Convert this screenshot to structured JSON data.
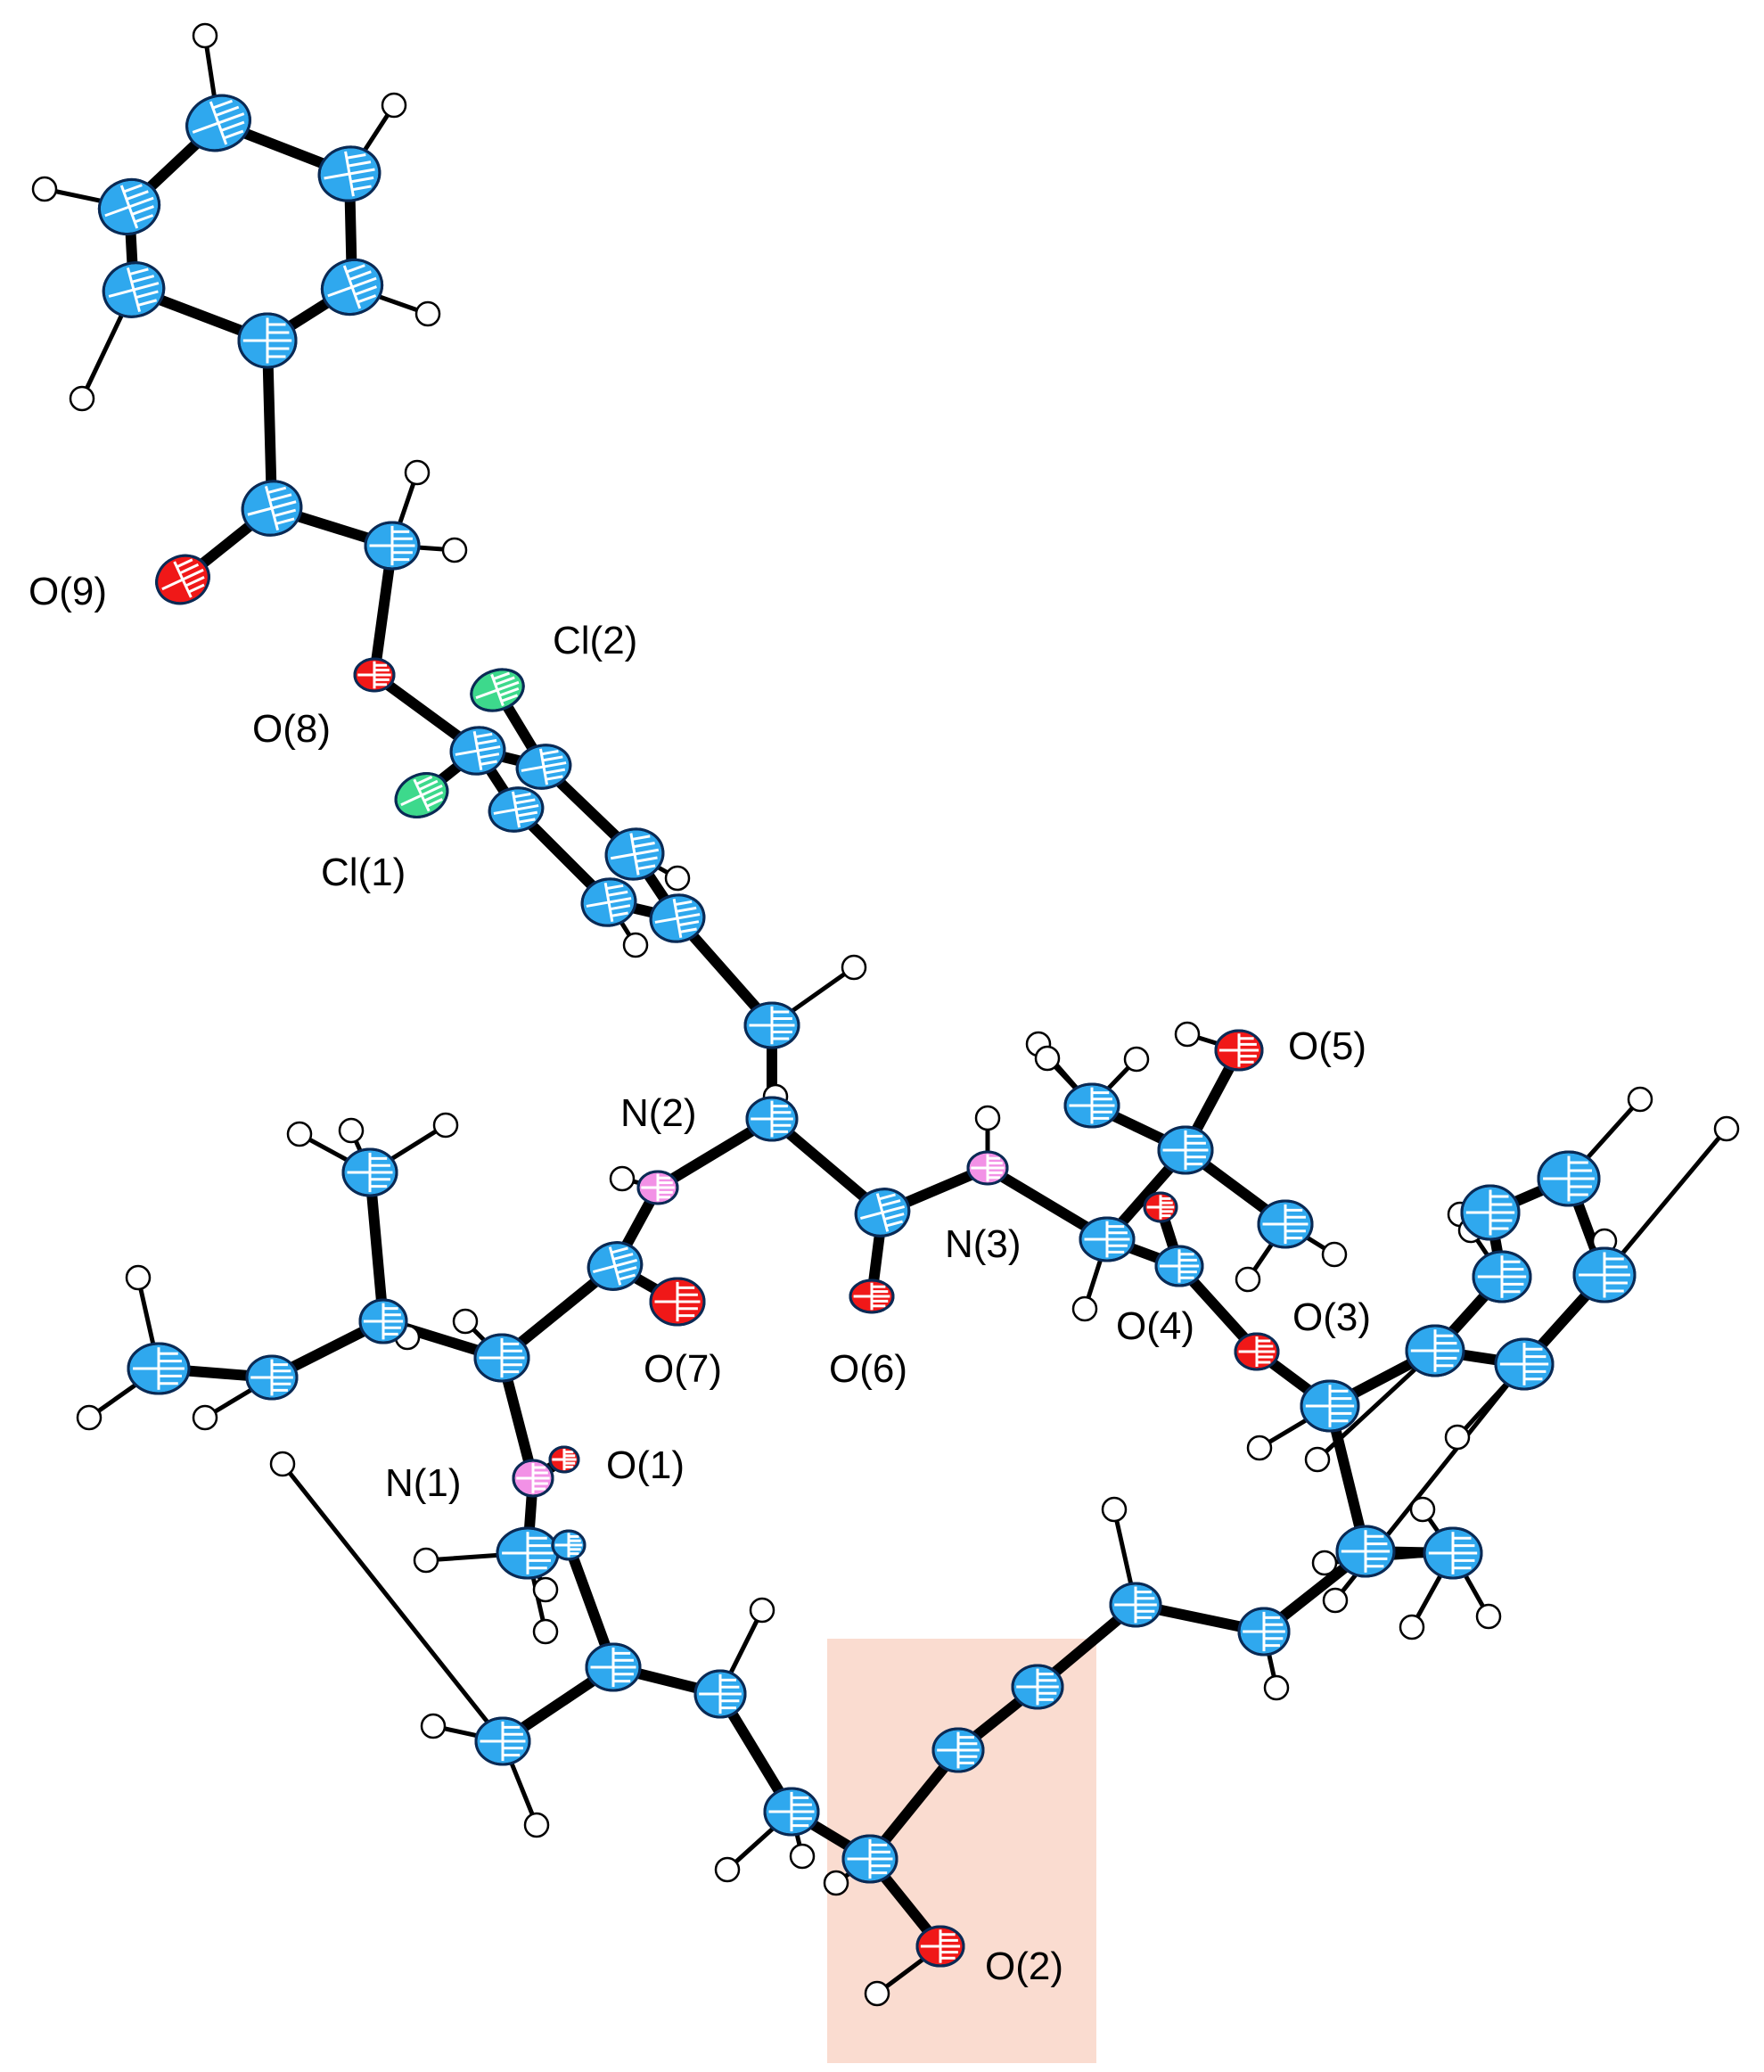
{
  "figure": {
    "highlight_color": "#fadcd0",
    "element_colors": {
      "C": "#2fa8ee",
      "O": "#f01818",
      "N": "#f291e6",
      "Cl": "#3dd98c",
      "H": "#ffffff"
    },
    "labels": {
      "O9": "O(9)",
      "Cl2": "Cl(2)",
      "O8": "O(8)",
      "Cl1": "Cl(1)",
      "O5": "O(5)",
      "N2": "N(2)",
      "N3": "N(3)",
      "O4": "O(4)",
      "O3": "O(3)",
      "O7": "O(7)",
      "O6": "O(6)",
      "N1": "N(1)",
      "O1": "O(1)",
      "O2": "O(2)"
    }
  }
}
